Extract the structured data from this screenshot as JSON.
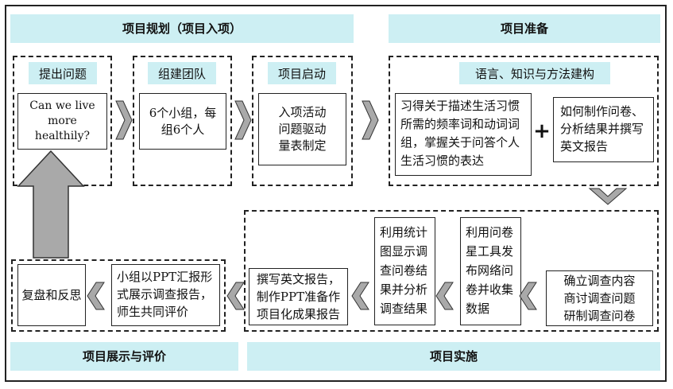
{
  "bands": {
    "plan": "项目规划（项目入项）",
    "prepare": "项目准备",
    "show": "项目展示与评价",
    "implement": "项目实施"
  },
  "stages": {
    "question": {
      "tag": "提出问题",
      "text": "Can we live more healthily?"
    },
    "team": {
      "tag": "组建团队",
      "text": "6个小组，每组6个人"
    },
    "launch": {
      "tag": "项目启动",
      "text": "入项活动\n问题驱动\n量表制定"
    },
    "knowledge": {
      "tag": "语言、知识与方法建构",
      "left": "习得关于描述生活习惯所需的频率词和动词词组，掌握关于问答个人生活习惯的表达",
      "plus": "+",
      "right": "如何制作问卷、分析结果并撰写英文报告"
    }
  },
  "implement": {
    "step1": "确立调查内容\n商讨调查问题\n研制调查问卷",
    "step2": "利用问卷星工具发布网络问卷并收集数据",
    "step3": "利用统计图显示调查问卷结果并分析调查结果",
    "step4": "撰写英文报告，\n制作PPT准备作\n项目化成果报告"
  },
  "show": {
    "present": "小组以PPT汇报形式展示调查报告，师生共同评价",
    "review": "复盘和反思"
  },
  "colors": {
    "band": "#cdeff3",
    "chevron": "#a9a9a9"
  }
}
